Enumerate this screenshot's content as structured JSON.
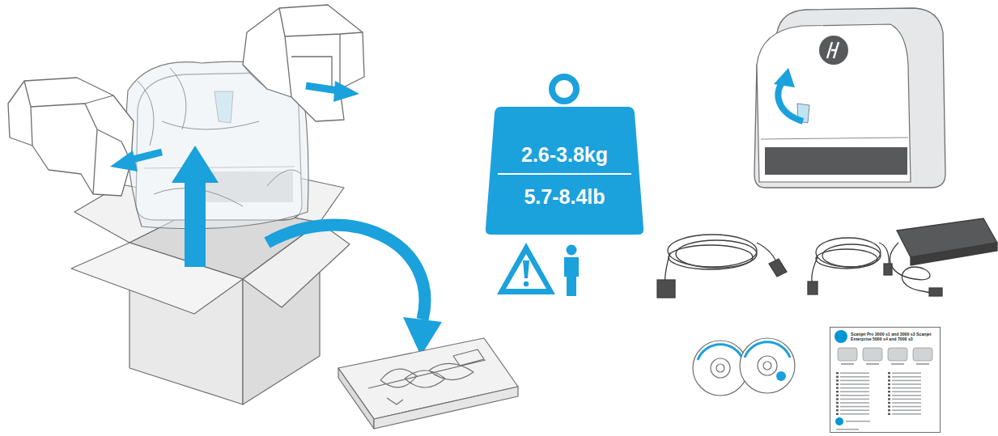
{
  "diagram": {
    "nodes": [
      {
        "text": [
          "2.6-3.8kg",
          "5.7-8.4lb"
        ]
      },
      {
        "text": [
          "Scanjet Pro 2000 s1 and 3000 s3 Scanjet Enterprise 5000 s4 and 7000 s3"
        ]
      }
    ]
  }
}
